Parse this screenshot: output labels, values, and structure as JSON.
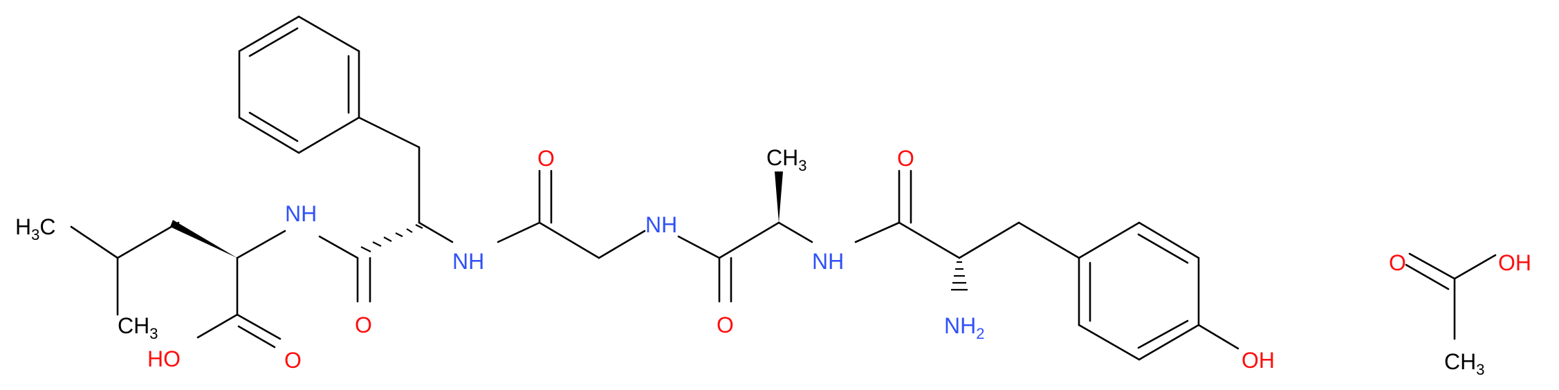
{
  "colors": {
    "bond": "#000000",
    "nitrogen": "#3050f8",
    "oxygen": "#ff0d0d",
    "carbon": "#000000"
  },
  "labels": {
    "ch3_leu1_base": "H",
    "ch3_leu1_sub": "3",
    "ch3_leu1_tail": "C",
    "ch3_leu2_base": "CH",
    "ch3_leu2_sub": "3",
    "nh_leu": "NH",
    "o_phe": "O",
    "ho_leu": "HO",
    "o_leu": "O",
    "nh_phe": "NH",
    "o_gly": "O",
    "nh_gly": "NH",
    "o_ala": "O",
    "ch3_ala_base": "CH",
    "ch3_ala_sub": "3",
    "nh_ala": "NH",
    "o_tyr": "O",
    "nh2_base": "NH",
    "nh2_sub": "2",
    "oh_tyr": "OH",
    "o_acetic": "O",
    "oh_acetic": "OH",
    "ch3_acetic_base": "CH",
    "ch3_acetic_sub": "3"
  }
}
